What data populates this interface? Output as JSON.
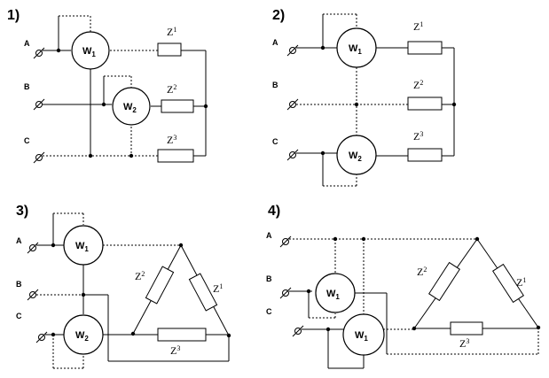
{
  "diagrams": [
    {
      "number": "1)",
      "phases": [
        "A",
        "B",
        "C"
      ],
      "meters": [
        {
          "main": "W",
          "sub": "1"
        },
        {
          "main": "W",
          "sub": "2"
        }
      ],
      "loads": [
        {
          "main": "Z",
          "sub": "1"
        },
        {
          "main": "Z",
          "sub": "2"
        },
        {
          "main": "Z",
          "sub": "3"
        }
      ]
    },
    {
      "number": "2)",
      "phases": [
        "A",
        "B",
        "C"
      ],
      "meters": [
        {
          "main": "W",
          "sub": "1"
        },
        {
          "main": "W",
          "sub": "2"
        }
      ],
      "loads": [
        {
          "main": "Z",
          "sub": "1"
        },
        {
          "main": "Z",
          "sub": "2"
        },
        {
          "main": "Z",
          "sub": "3"
        }
      ]
    },
    {
      "number": "3)",
      "phases": [
        "A",
        "B",
        "C"
      ],
      "meters": [
        {
          "main": "W",
          "sub": "1"
        },
        {
          "main": "W",
          "sub": "2"
        }
      ],
      "loads": [
        {
          "main": "Z",
          "sub": "2"
        },
        {
          "main": "Z",
          "sub": "1"
        },
        {
          "main": "Z",
          "sub": "3"
        }
      ]
    },
    {
      "number": "4)",
      "phases": [
        "A",
        "B",
        "C"
      ],
      "meters": [
        {
          "main": "W",
          "sub": "1"
        },
        {
          "main": "W",
          "sub": "1"
        }
      ],
      "loads": [
        {
          "main": "Z",
          "sub": "2"
        },
        {
          "main": "Z",
          "sub": "1"
        },
        {
          "main": "Z",
          "sub": "3"
        }
      ]
    }
  ]
}
